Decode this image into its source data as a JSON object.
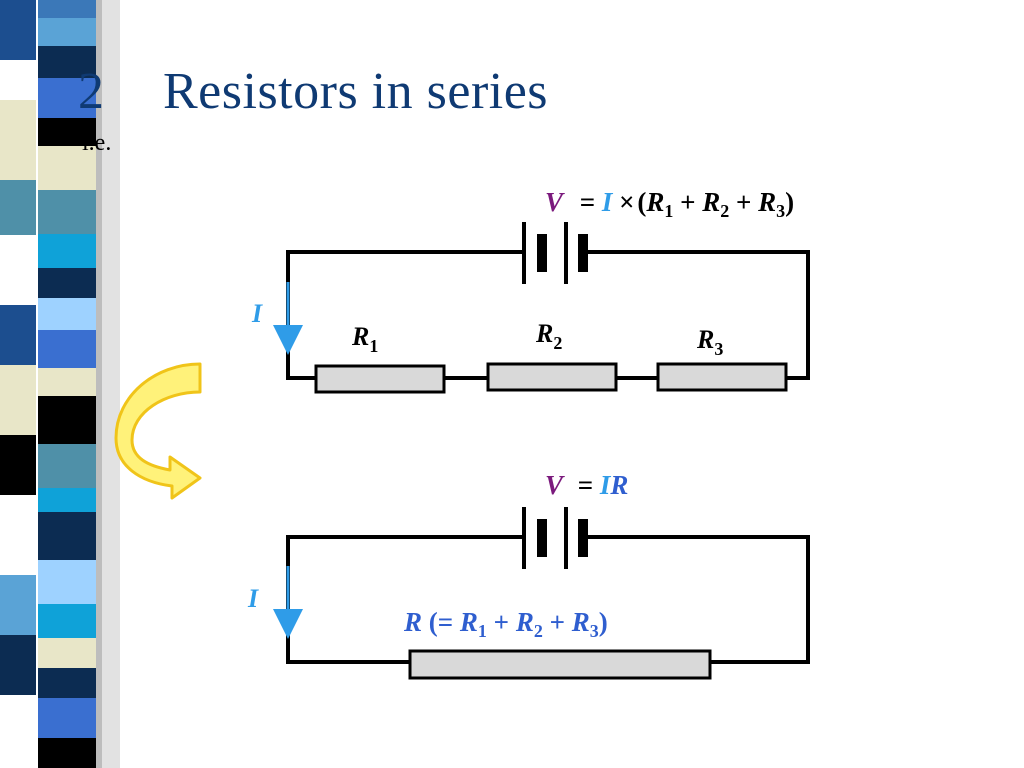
{
  "slide": {
    "number": "2",
    "title": "Resistors in series",
    "subtext": "i.e."
  },
  "colors": {
    "title": "#0f3a73",
    "voltage_symbol": "#7b1a7d",
    "current_symbol": "#2f9ce8",
    "resistance_symbol": "#2f5ecf",
    "resistor_fill": "#d9d9d9",
    "arrow_fill": "#fff27a",
    "arrow_stroke": "#f0c419"
  },
  "circuit1": {
    "equation": {
      "V": "V",
      "eq": "=",
      "I": "I",
      "times": "×",
      "open": "(",
      "R1": "R",
      "R1_sub": "1",
      "plus1": "+",
      "R2": "R",
      "R2_sub": "2",
      "plus2": "+",
      "R3": "R",
      "R3_sub": "3",
      "close": ")"
    },
    "current_label": "I",
    "resistor_labels": [
      {
        "sym": "R",
        "sub": "1"
      },
      {
        "sym": "R",
        "sub": "2"
      },
      {
        "sym": "R",
        "sub": "3"
      }
    ]
  },
  "circuit2": {
    "equation": {
      "V": "V",
      "eq": "=",
      "I": "I",
      "R": "R"
    },
    "current_label": "I",
    "resistor_label": {
      "R": "R",
      "open": "(=",
      "R1": "R",
      "R1_sub": "1",
      "plus1": "+",
      "R2": "R",
      "R2_sub": "2",
      "plus2": "+",
      "R3": "R",
      "R3_sub": "3",
      "close": ")"
    }
  },
  "decor": {
    "transform_arrow": "curved-arrow-icon",
    "battery": "battery-icon",
    "resistor": "resistor-icon"
  }
}
